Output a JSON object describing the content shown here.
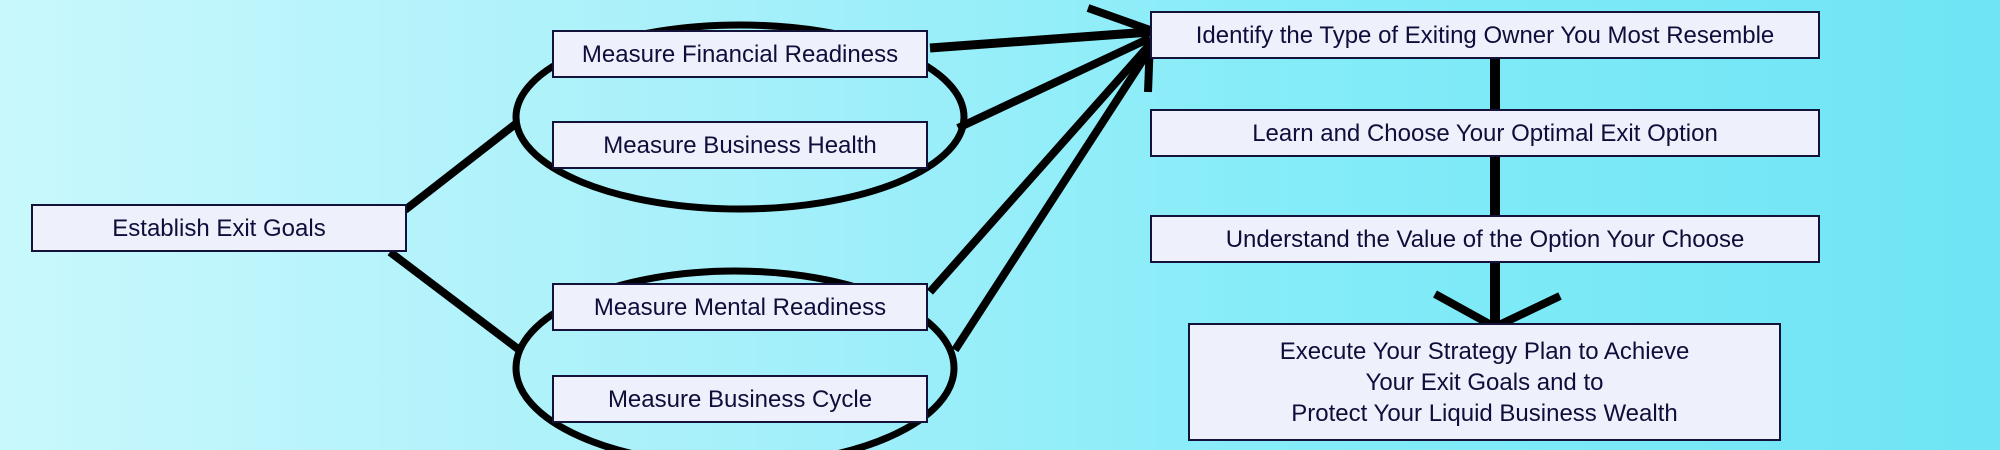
{
  "diagram": {
    "nodes": {
      "establish_exit_goals": "Establish Exit Goals",
      "measure_financial_readiness": "Measure Financial Readiness",
      "measure_business_health": "Measure Business Health",
      "measure_mental_readiness": "Measure Mental Readiness",
      "measure_business_cycle": "Measure Business Cycle",
      "identify_owner_type": "Identify the Type of Exiting Owner You Most Resemble",
      "learn_choose_option": "Learn and Choose Your Optimal Exit Option",
      "understand_value": "Understand the Value of the Option Your Choose",
      "execute_plan": [
        "Execute Your Strategy Plan to Achieve",
        "Your Exit Goals and to",
        "Protect Your Liquid Business Wealth"
      ]
    },
    "colors": {
      "background_left": "#c8f8fc",
      "background_right": "#6ee4f4",
      "box_fill": "#eef0fb",
      "box_border": "#12123a",
      "line": "#000000"
    }
  }
}
